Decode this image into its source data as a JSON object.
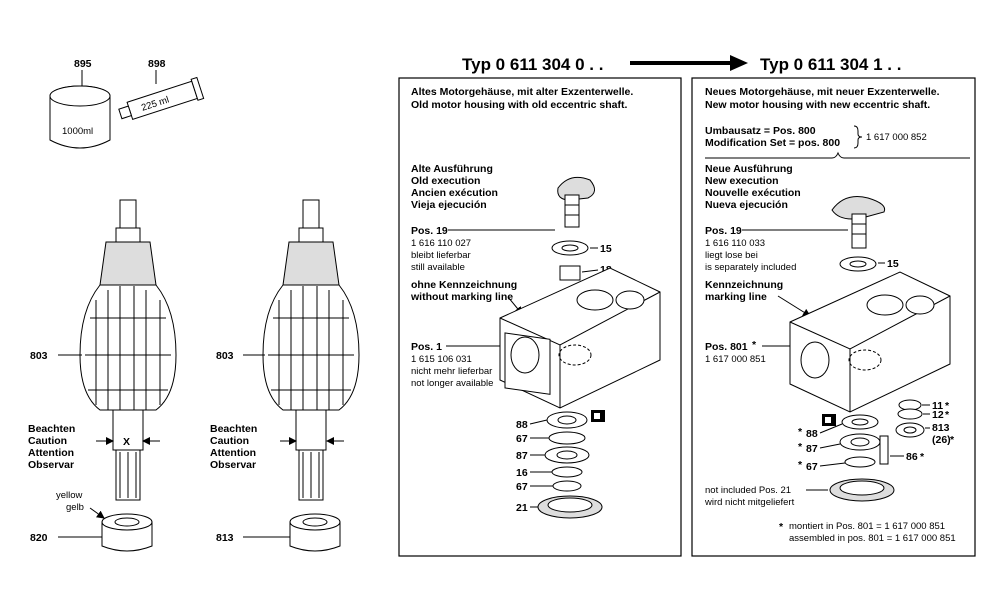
{
  "left": {
    "grease_jar_number": "895",
    "grease_jar_label": "1000ml",
    "tube_number": "898",
    "tube_label": "225 ml",
    "armature_number_1": "803",
    "armature_number_2": "803",
    "caution_lines": [
      "Beachten",
      "Caution",
      "Attention",
      "Observar"
    ],
    "x_mark": "X",
    "yellow": "yellow",
    "gelb": "gelb",
    "bearing_number_1": "820",
    "bearing_number_2": "813"
  },
  "header": {
    "type_old": "Typ 0 611 304 0 . .",
    "type_new": "Typ 0 611 304 1 . ."
  },
  "old_panel": {
    "title_de": "Altes Motorgehäuse, mit alter Exzenterwelle.",
    "title_en": "Old motor housing with old eccentric shaft.",
    "execution": [
      "Alte Ausführung",
      "Old execution",
      "Ancien exécution",
      "Vieja ejecución"
    ],
    "pos19_title": "Pos. 19",
    "pos19_lines": [
      "1 616 110 027",
      "bleibt lieferbar",
      "still available"
    ],
    "marking": [
      "ohne Kennzeichnung",
      "without marking line"
    ],
    "pos1_title": "Pos. 1",
    "pos1_lines": [
      "1 615 106 031",
      "nicht mehr lieferbar",
      "not longer available"
    ],
    "callouts": {
      "p15": "15",
      "p18": "18",
      "p88": "88",
      "p67a": "67",
      "p87": "87",
      "p16": "16",
      "p67b": "67",
      "p21": "21"
    }
  },
  "new_panel": {
    "title_de": "Neues Motorgehäuse, mit neuer Exzenterwelle.",
    "title_en": "New motor housing with new eccentric shaft.",
    "mod_de": "Umbausatz = Pos. 800",
    "mod_en": "Modification Set = pos. 800",
    "mod_number": "1 617 000 852",
    "execution": [
      "Neue Ausführung",
      "New execution",
      "Nouvelle exécution",
      "Nueva ejecución"
    ],
    "pos19_title": "Pos. 19",
    "pos19_lines": [
      "1 616 110 033",
      "liegt lose bei",
      "is separately included"
    ],
    "marking": [
      "Kennzeichnung",
      "marking line"
    ],
    "pos801_title": "Pos. 801",
    "pos801_star": "*",
    "pos801_number": "1 617 000 851",
    "callouts": {
      "p15": "15",
      "p11": "11",
      "p12": "12",
      "p813": "813",
      "p26": "(26)",
      "p86": "86",
      "p88": "88",
      "p87": "87",
      "p67": "67"
    },
    "not_included": "not included Pos. 21",
    "not_included_de": "wird nicht mitgeliefert",
    "footnote_1": "montiert in Pos. 801    = 1 617 000 851",
    "footnote_2": "assembled in pos. 801 = 1 617 000 851",
    "star": "*"
  }
}
